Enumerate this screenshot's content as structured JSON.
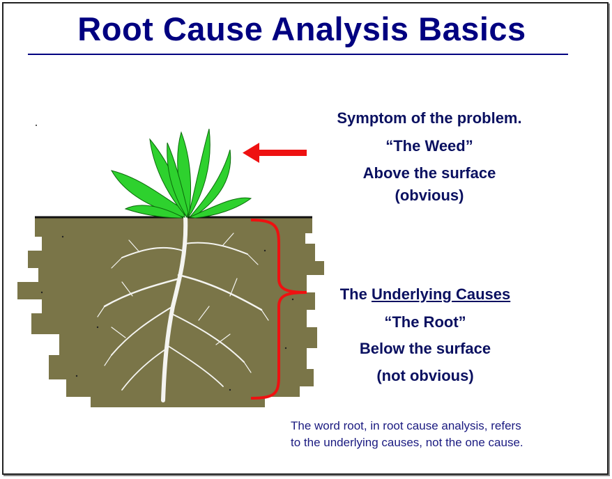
{
  "title": "Root Cause Analysis Basics",
  "symptom": {
    "line1": "Symptom of the problem.",
    "line2": "“The Weed”",
    "line3": "Above the surface",
    "line4": "(obvious)"
  },
  "cause": {
    "prefix": "The ",
    "underlined": "Underlying Causes",
    "line2": "“The Root”",
    "line3": "Below the surface",
    "line4": "(not obvious)"
  },
  "note": {
    "line1": "The word root, in root cause analysis, refers",
    "line2": "to the underlying causes, not the one cause."
  },
  "colors": {
    "title": "#000080",
    "soil": "#7a7548",
    "arrow": "#ee1111",
    "weed": "#22cc22"
  }
}
